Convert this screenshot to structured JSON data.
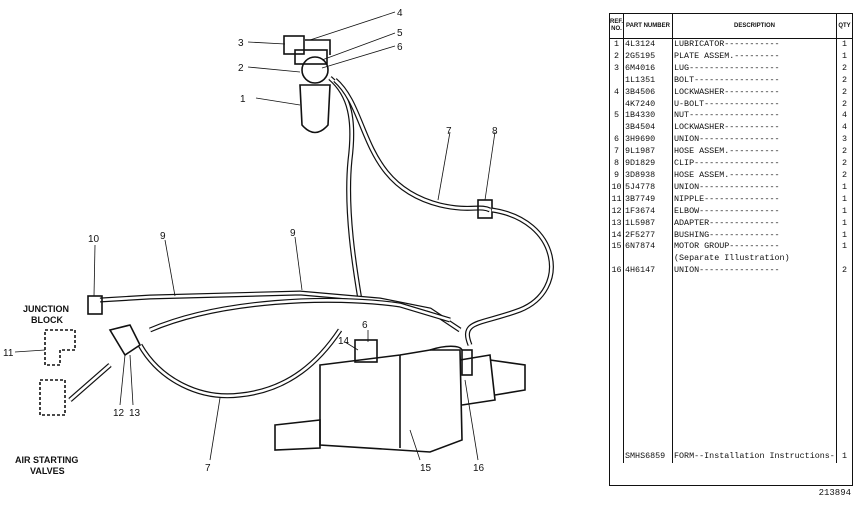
{
  "diagram": {
    "callouts": [
      "1",
      "2",
      "3",
      "4",
      "5",
      "6",
      "7",
      "8",
      "9",
      "9",
      "10",
      "11",
      "12",
      "13",
      "14",
      "15",
      "16",
      "6",
      "7"
    ],
    "junction_block": "JUNCTION\nBLOCK",
    "junction_block_l1": "JUNCTION",
    "junction_block_l2": "BLOCK",
    "air_valves_l1": "AIR STARTING",
    "air_valves_l2": "VALVES"
  },
  "parts_table": {
    "headers": {
      "ref": "REF. NO.",
      "part": "PART NUMBER",
      "desc": "DESCRIPTION",
      "qty": "QTY"
    },
    "rows": [
      {
        "ref": "1",
        "part": "4L3124",
        "desc": "LUBRICATOR-----------",
        "qty": "1"
      },
      {
        "ref": "2",
        "part": "2G5195",
        "desc": "PLATE ASSEM.---------",
        "qty": "1"
      },
      {
        "ref": "3",
        "part": "6M4016",
        "desc": "LUG------------------",
        "qty": "2"
      },
      {
        "ref": "",
        "part": "1L1351",
        "desc": "BOLT-----------------",
        "qty": "2"
      },
      {
        "ref": "4",
        "part": "3B4506",
        "desc": "LOCKWASHER-----------",
        "qty": "2"
      },
      {
        "ref": "",
        "part": "4K7240",
        "desc": "U-BOLT---------------",
        "qty": "2"
      },
      {
        "ref": "5",
        "part": "1B4330",
        "desc": "NUT------------------",
        "qty": "4"
      },
      {
        "ref": "",
        "part": "3B4504",
        "desc": "LOCKWASHER-----------",
        "qty": "4"
      },
      {
        "ref": "6",
        "part": "3H9690",
        "desc": "UNION----------------",
        "qty": "3"
      },
      {
        "ref": "7",
        "part": "9L1987",
        "desc": "HOSE ASSEM.----------",
        "qty": "2"
      },
      {
        "ref": "8",
        "part": "9D1829",
        "desc": "CLIP-----------------",
        "qty": "2"
      },
      {
        "ref": "9",
        "part": "3D8938",
        "desc": "HOSE ASSEM.----------",
        "qty": "2"
      },
      {
        "ref": "10",
        "part": "5J4778",
        "desc": "UNION----------------",
        "qty": "1"
      },
      {
        "ref": "11",
        "part": "3B7749",
        "desc": "NIPPLE---------------",
        "qty": "1"
      },
      {
        "ref": "12",
        "part": "1F3674",
        "desc": "ELBOW----------------",
        "qty": "1"
      },
      {
        "ref": "13",
        "part": "1L5987",
        "desc": "ADAPTER--------------",
        "qty": "1"
      },
      {
        "ref": "14",
        "part": "2F5277",
        "desc": "BUSHING--------------",
        "qty": "1"
      },
      {
        "ref": "15",
        "part": "6N7874",
        "desc": "MOTOR GROUP----------",
        "qty": "1"
      },
      {
        "ref": "",
        "part": "",
        "desc": "   (Separate Illustration)",
        "qty": ""
      },
      {
        "ref": "16",
        "part": "4H6147",
        "desc": "UNION----------------",
        "qty": "2"
      }
    ],
    "form_row": {
      "ref": "",
      "part": "SMHS6859",
      "desc": "FORM--Installation Instructions--",
      "qty": "1"
    },
    "figure_number": "213894"
  }
}
